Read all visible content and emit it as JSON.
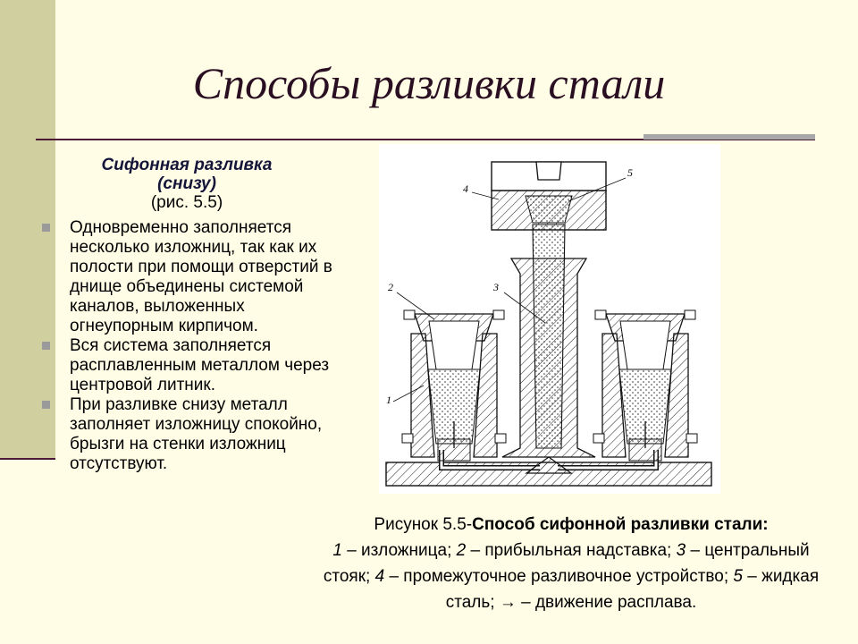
{
  "title": "Способы разливки стали",
  "subheading": {
    "line1": "Сифонная разливка",
    "line2": "(снизу)",
    "ref": "(рис. 5.5)"
  },
  "bullets": [
    "Одновременно заполняется несколько изложниц, так как их полости при помощи отверстий в днище объединены системой каналов, выложенных огнеупорным кирпичом.",
    "Вся система заполняется расплавленным металлом через центровой литник.",
    "При разливке снизу металл заполняет изложницу спокойно, брызги на стенки изложниц отсутствуют."
  ],
  "figure": {
    "labels": [
      "1",
      "2",
      "3",
      "4",
      "5"
    ]
  },
  "caption": {
    "prefix": "Рисунок 5.5-",
    "bold": "Способ сифонной разливки стали:",
    "n1": "1",
    "t1": " – изложница; ",
    "n2": "2",
    "t2": " – прибыльная надставка; ",
    "n3": "3",
    "t3": " – центральный стояк; ",
    "n4": "4",
    "t4": " – промежуточное разливочное устройство; ",
    "n5": "5",
    "t5": " – жидкая сталь; → – движение расплава."
  },
  "colors": {
    "background": "#fffde6",
    "side_band": "#d0cfa0",
    "rule": "#4a1a36",
    "title": "#2a0f22",
    "subheading": "#15153a",
    "bullet": "#9a9a9a"
  }
}
